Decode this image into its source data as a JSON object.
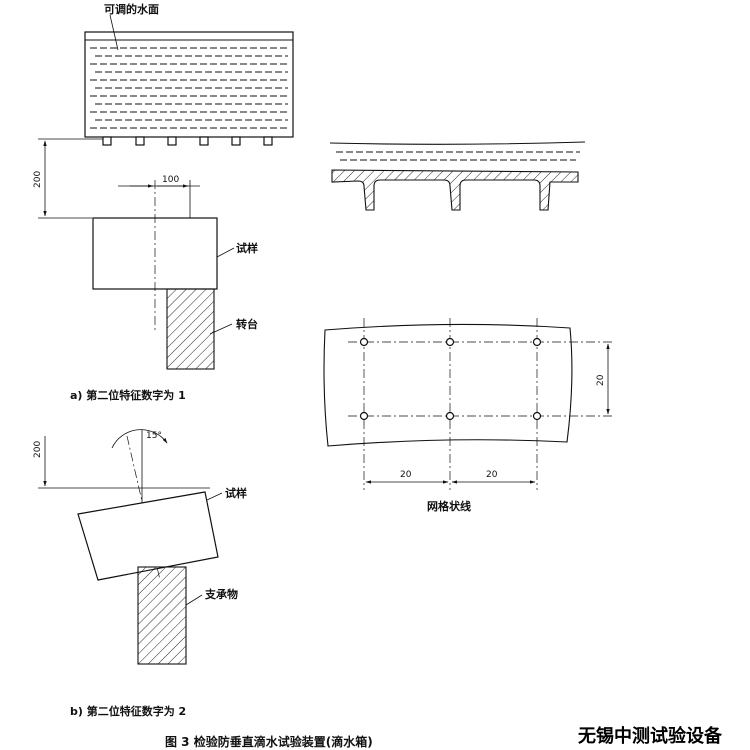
{
  "labels": {
    "adjustable_water_surface": "可调的水面",
    "specimen": "试样",
    "turntable": "转台",
    "support": "支承物",
    "grid_lines": "网格状线"
  },
  "dimensions": {
    "height_a": "200",
    "width_a": "100",
    "height_b": "200",
    "angle_b": "15°",
    "grid_vertical": "20",
    "grid_h1": "20",
    "grid_h2": "20"
  },
  "subcaptions": {
    "a": "a)  第二位特征数字为 1",
    "b": "b)  第二位特征数字为 2"
  },
  "caption": "图 3  检验防垂直滴水试验装置(滴水箱)",
  "watermark": "无锡中测试验设备"
}
